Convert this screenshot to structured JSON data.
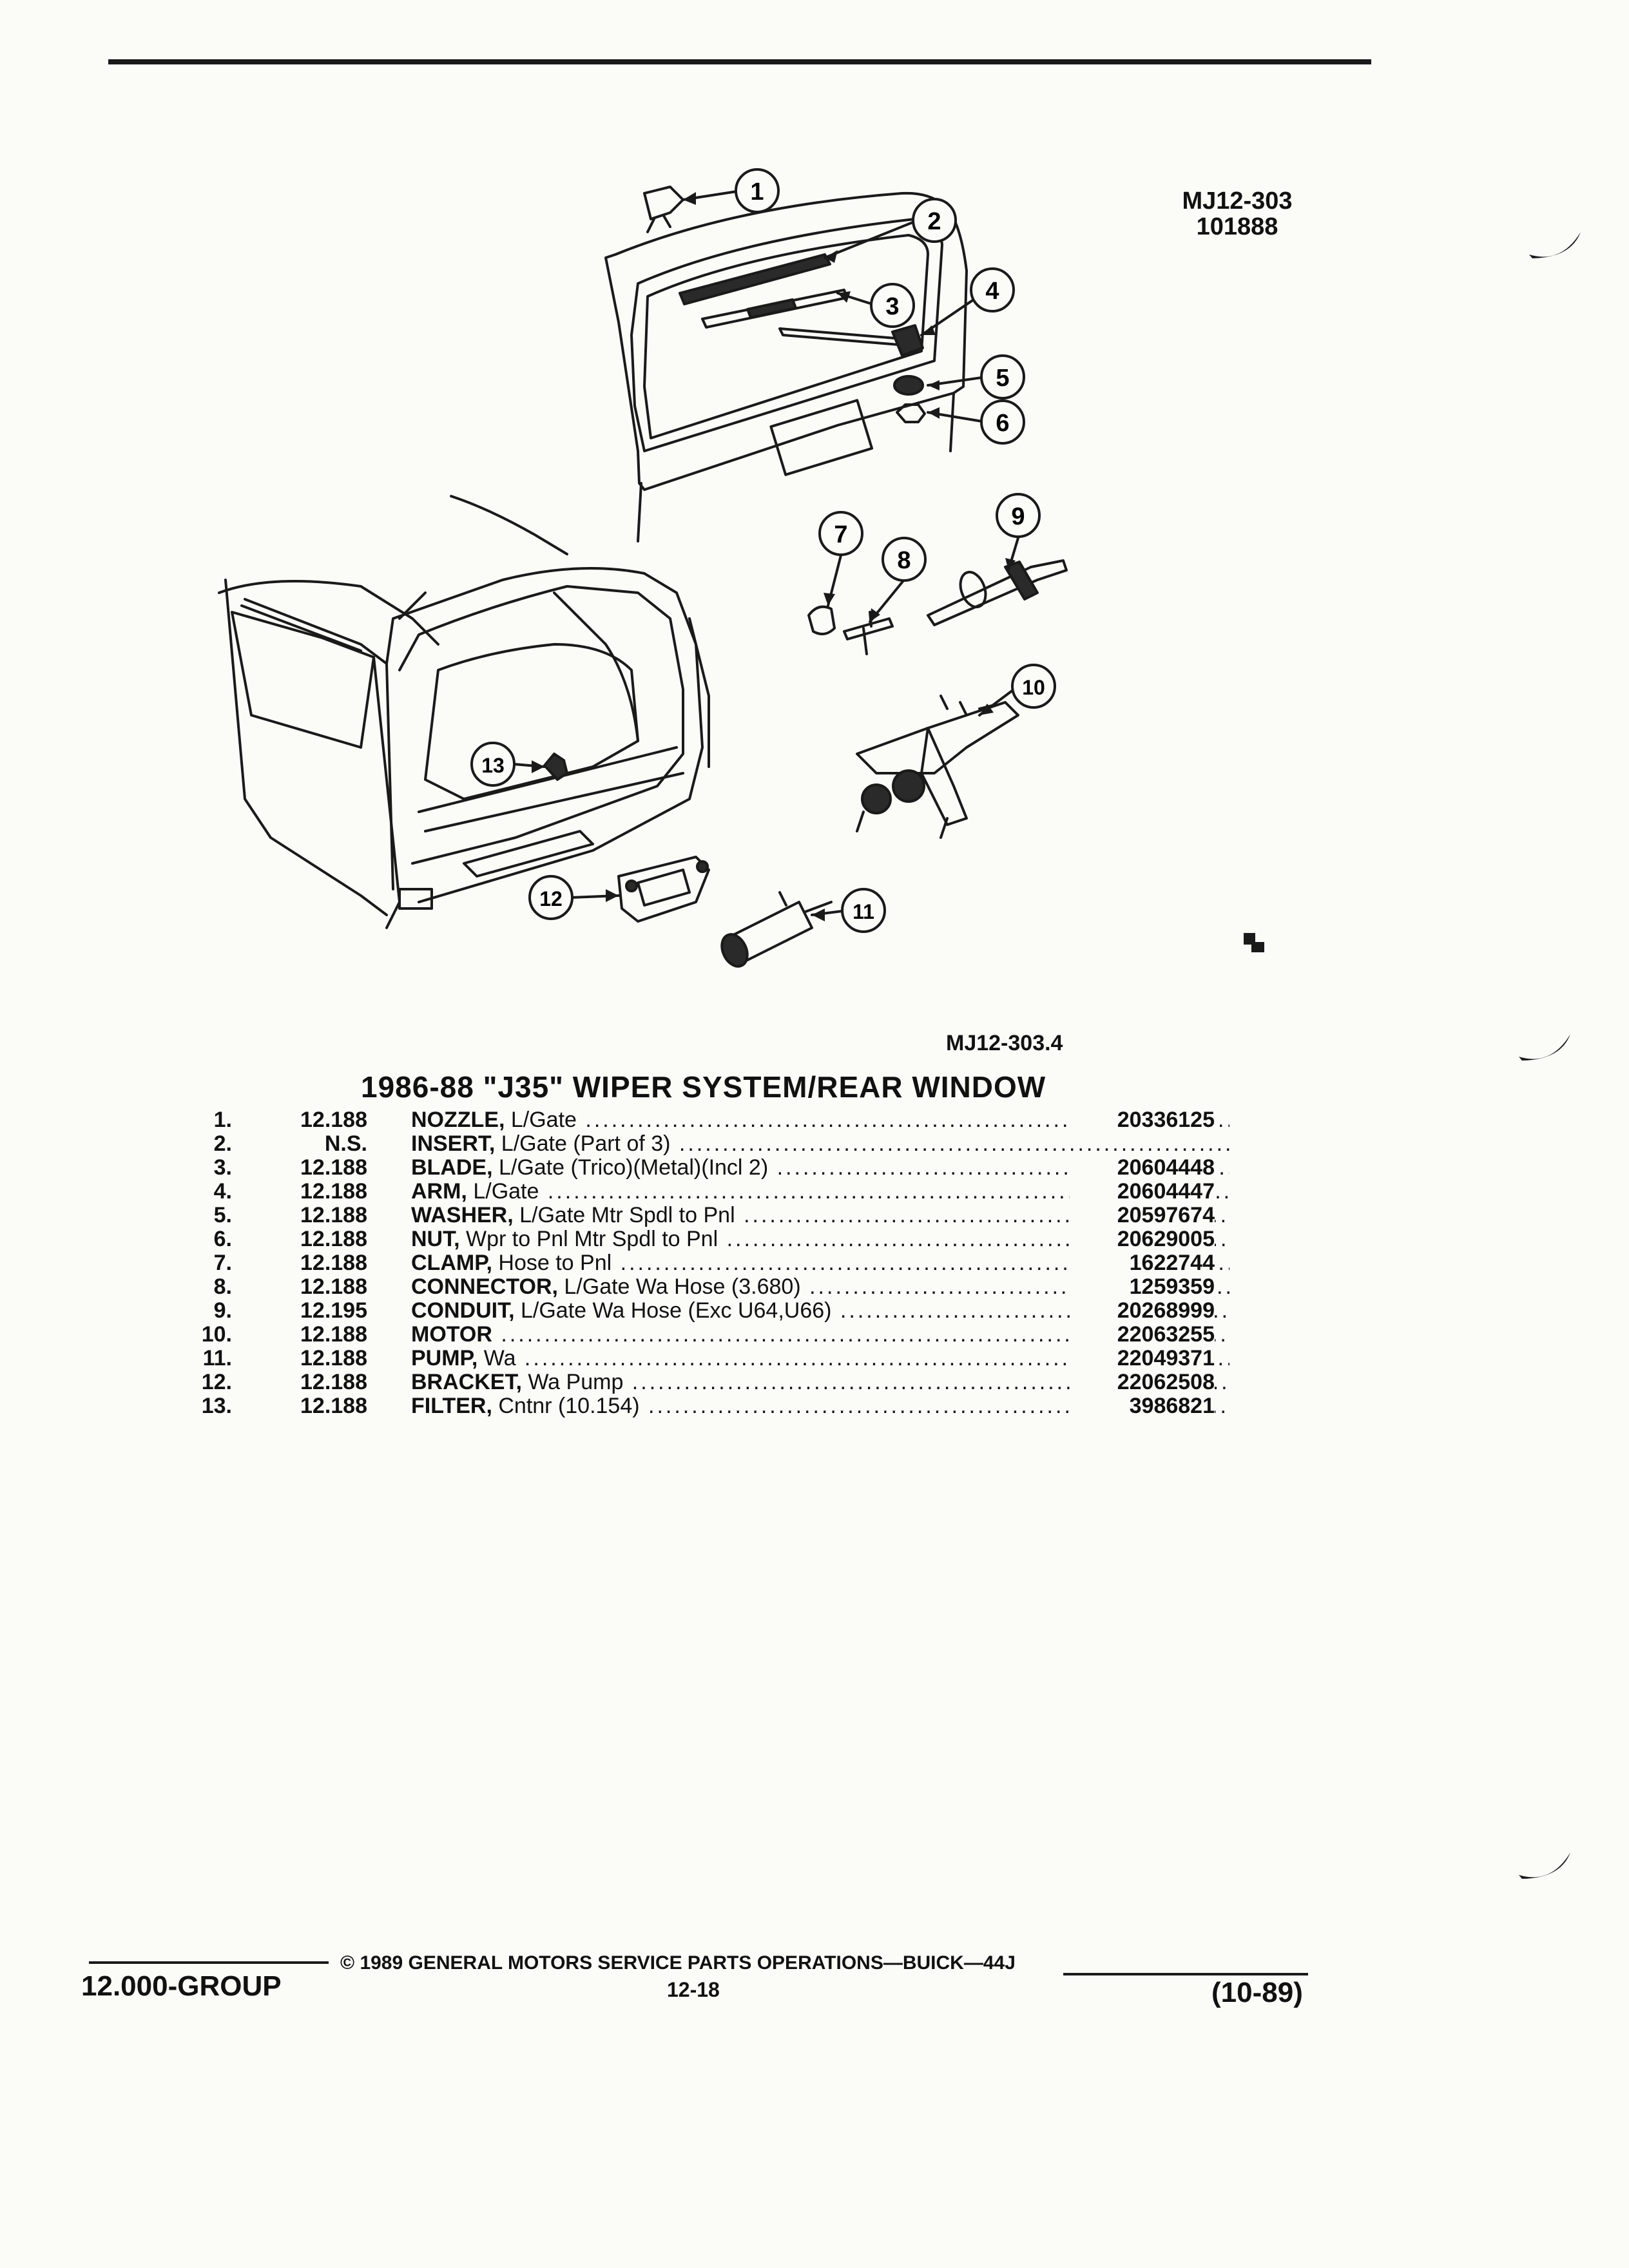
{
  "header": {
    "ref_code": "MJ12-303",
    "ref_date": "101888"
  },
  "figure": {
    "ref_code": "MJ12-303.4",
    "callouts": [
      "1",
      "2",
      "3",
      "4",
      "5",
      "6",
      "7",
      "8",
      "9",
      "10",
      "11",
      "12",
      "13"
    ]
  },
  "section": {
    "title": "1986-88 \"J35\" WIPER SYSTEM/REAR WINDOW"
  },
  "parts": [
    {
      "num": "1.",
      "group": "12.188",
      "name": "NOZZLE,",
      "detail": " L/Gate",
      "part": "20336125"
    },
    {
      "num": "2.",
      "group": "N.S.",
      "name": "INSERT,",
      "detail": " L/Gate (Part of 3)",
      "part": ""
    },
    {
      "num": "3.",
      "group": "12.188",
      "name": "BLADE,",
      "detail": " L/Gate (Trico)(Metal)(Incl 2)",
      "part": "20604448"
    },
    {
      "num": "4.",
      "group": "12.188",
      "name": "ARM,",
      "detail": " L/Gate",
      "part": "20604447"
    },
    {
      "num": "5.",
      "group": "12.188",
      "name": "WASHER,",
      "detail": " L/Gate Mtr Spdl to Pnl",
      "part": "20597674"
    },
    {
      "num": "6.",
      "group": "12.188",
      "name": "NUT,",
      "detail": " Wpr to Pnl Mtr Spdl to Pnl",
      "part": "20629005"
    },
    {
      "num": "7.",
      "group": "12.188",
      "name": "CLAMP,",
      "detail": " Hose to Pnl",
      "part": "1622744"
    },
    {
      "num": "8.",
      "group": "12.188",
      "name": "CONNECTOR,",
      "detail": " L/Gate Wa Hose (3.680)",
      "part": "1259359"
    },
    {
      "num": "9.",
      "group": "12.195",
      "name": "CONDUIT,",
      "detail": " L/Gate Wa Hose (Exc U64,U66)",
      "part": "20268999"
    },
    {
      "num": "10.",
      "group": "12.188",
      "name": "MOTOR",
      "detail": "",
      "part": "22063255"
    },
    {
      "num": "11.",
      "group": "12.188",
      "name": "PUMP,",
      "detail": " Wa",
      "part": "22049371"
    },
    {
      "num": "12.",
      "group": "12.188",
      "name": "BRACKET,",
      "detail": " Wa Pump",
      "part": "22062508"
    },
    {
      "num": "13.",
      "group": "12.188",
      "name": "FILTER,",
      "detail": " Cntnr (10.154)",
      "part": "3986821"
    }
  ],
  "footer": {
    "copyright": "© 1989 GENERAL MOTORS SERVICE PARTS OPERATIONS—BUICK—44J",
    "group": "12.000-GROUP",
    "page": "12-18",
    "date": "(10-89)"
  }
}
